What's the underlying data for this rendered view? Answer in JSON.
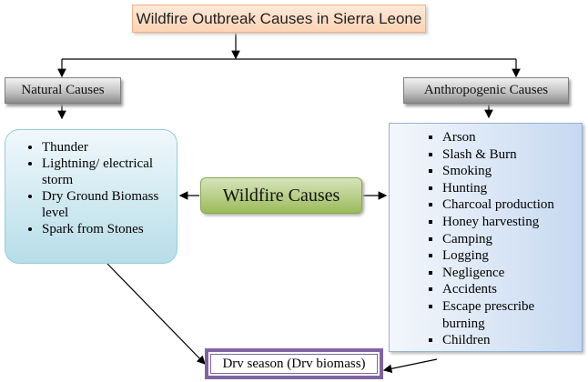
{
  "title": "Wildfire Outbreak Causes in Sierra Leone",
  "natural": {
    "label": "Natural Causes",
    "items": [
      "Thunder",
      "Lightning/ electrical storm",
      "Dry Ground Biomass level",
      "Spark from Stones"
    ]
  },
  "anthropogenic": {
    "label": "Anthropogenic Causes",
    "items": [
      "Arson",
      "Slash & Burn",
      "Smoking",
      "Hunting",
      "Charcoal production",
      "Honey harvesting",
      "Camping",
      "Logging",
      "Negligence",
      "Accidents",
      "Escape prescribe burning",
      "Children"
    ]
  },
  "center": "Wildfire Causes",
  "bottom": "Drv season (Drv biomass)"
}
